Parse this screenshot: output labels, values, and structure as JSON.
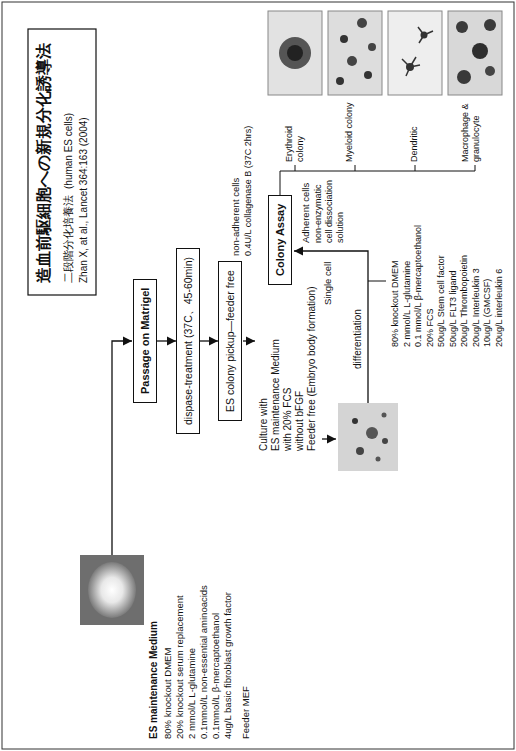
{
  "diagram": {
    "title": "造血前駆細胞への新規分化誘導法",
    "nodes": [
      {
        "text": [
          "Passage on Matrigel"
        ]
      },
      {
        "text": [
          "dispase-treatment (37C、45-60min)"
        ]
      },
      {
        "text": [
          "ES colony pickup—feeder free"
        ]
      },
      {
        "text": [
          "Colony Assay"
        ]
      }
    ],
    "edges": [
      {
        "from": 0,
        "to": 1,
        "arrow": "to"
      },
      {
        "from": 1,
        "to": 2,
        "arrow": "to"
      }
    ],
    "labels": [
      "二段階分化培養法",
      "(human ES cells)",
      "Zhan X, at al., Lancet 364:163 (2004)",
      "ES maintenance Medium",
      "80% knockout DMEM",
      "20% knockout serum replacement",
      "2 mmol/L L-glutamine",
      "0.1mmol/L non-essential aminoacids",
      "0.1mmol/L β-mercaptoethanol",
      "4ug/L basic fibroblast growth factor",
      "Feeder MEF",
      "Culture with",
      "ES maintenance Medium",
      "with 20% FCS",
      "without bFGF",
      "Feeder free (Embryo body formation)",
      "differentiation",
      "Single cell",
      "Adherent cells",
      "non-enzymatic cell dissociation solution",
      "non-adherent cells",
      "0.4U/L collagenase B (37C 2hrs)",
      "80% knockout DMEM",
      "2 mmol/L L-glutamine",
      "0.1 mmol/L β-mercaptoethanol",
      "20% FCS",
      "50ug/L Stem cell factor",
      "50ug/L FLT3 ligand",
      "20ug/L Thrombopoietin",
      "20ug/L Interleukin 3",
      "10ug/L (GMCSF)",
      "20ug/L interleukin 6",
      "Erythroid colony",
      "Myeloid colony",
      "Dendritic",
      "Macrophage & granulocyte"
    ]
  }
}
